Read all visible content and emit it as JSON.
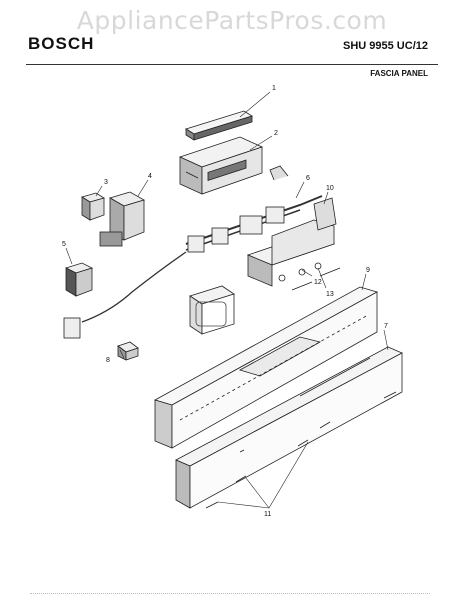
{
  "watermark": "AppliancePartsPros.com",
  "brand": "BOSCH",
  "model": "SHU 9955 UC/12",
  "section": "FASCIA PANEL",
  "callouts": [
    "1",
    "2",
    "3",
    "4",
    "5",
    "6",
    "7",
    "8",
    "9",
    "10",
    "11",
    "12",
    "13"
  ]
}
